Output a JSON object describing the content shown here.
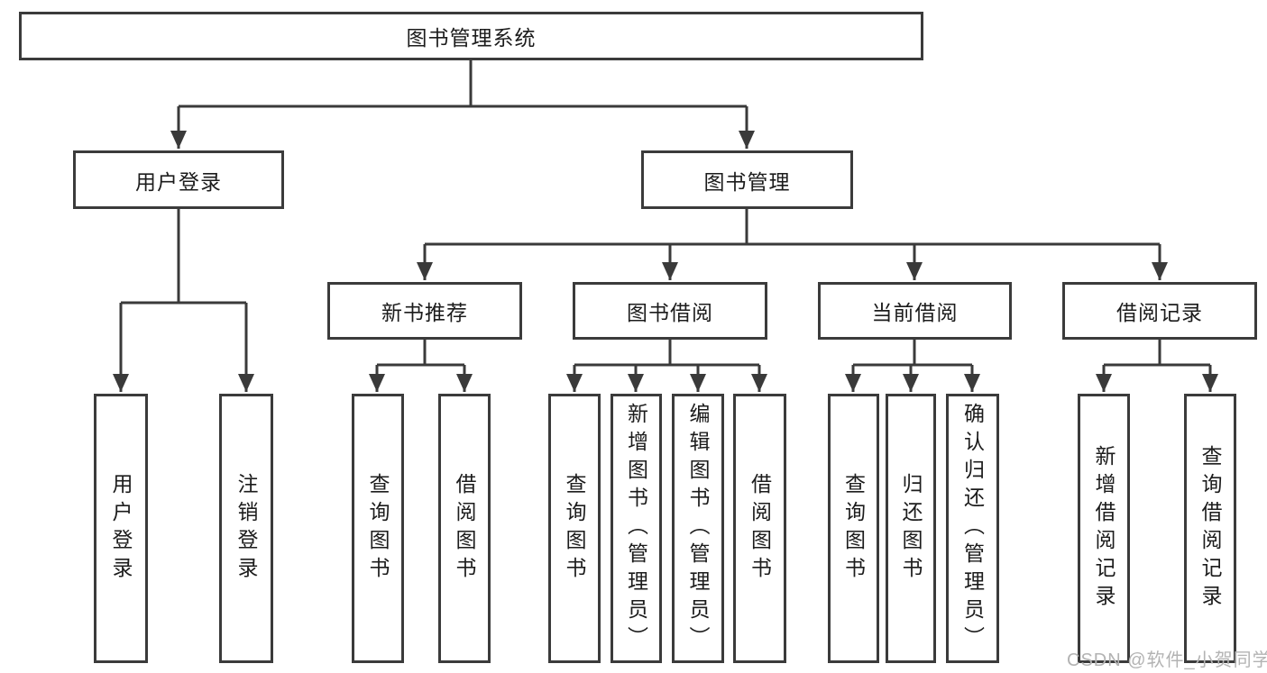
{
  "tree": {
    "root": "图书管理系统",
    "children": [
      {
        "label": "用户登录",
        "children": [
          "用户登录",
          "注销登录"
        ]
      },
      {
        "label": "图书管理",
        "children": [
          {
            "label": "新书推荐",
            "children": [
              "查询图书",
              "借阅图书"
            ]
          },
          {
            "label": "图书借阅",
            "children": [
              "查询图书",
              "新增图书（管理员）",
              "编辑图书（管理员）",
              "借阅图书"
            ]
          },
          {
            "label": "当前借阅",
            "children": [
              "查询图书",
              "归还图书",
              "确认归还（管理员）"
            ]
          },
          {
            "label": "借阅记录",
            "children": [
              "新增借阅记录",
              "查询借阅记录"
            ]
          }
        ]
      }
    ]
  },
  "watermark": "CSDN @软件_小贺同学",
  "colors": {
    "line": "#3a3a3a",
    "border": "#3b3b3b",
    "text": "#1c1c1c",
    "watermark": "#b3b3b3",
    "background": "#ffffff"
  }
}
